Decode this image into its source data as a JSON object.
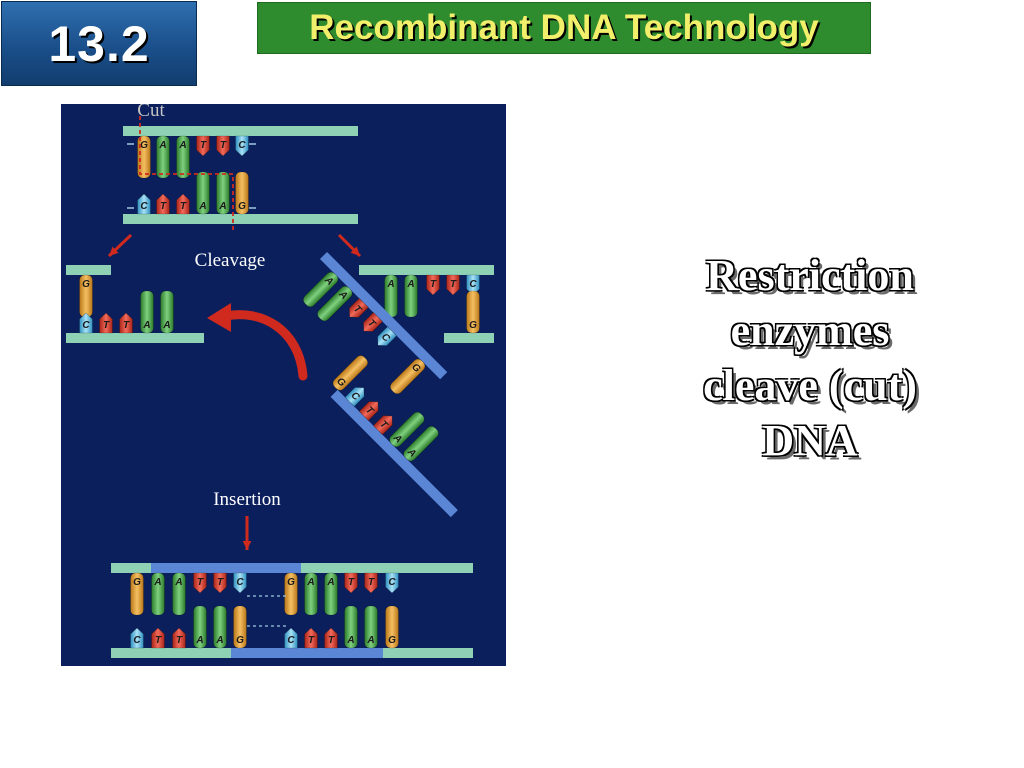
{
  "header": {
    "section_number": "13.2",
    "chapter_title": "Recombinant DNA Technology"
  },
  "figure": {
    "label_cut": "Cut",
    "label_cleavage": "Cleavage",
    "label_insertion": "Insertion",
    "top_strand_bases": [
      "G",
      "A",
      "A",
      "T",
      "T",
      "C"
    ],
    "bottom_strand_bases": [
      "C",
      "T",
      "T",
      "A",
      "A",
      "G"
    ]
  },
  "main_text": {
    "lines": [
      "Restriction",
      "enzymes",
      "cleave (cut)",
      "DNA"
    ]
  },
  "colors": {
    "figure_background": "#0a1f5c",
    "backbone_green": "#8ed1b4",
    "backbone_blue": "#5b86d6",
    "base_G": "#e8a83a",
    "base_A": "#4aa64a",
    "base_T": "#e44a3a",
    "base_C": "#6cc3e8",
    "arrow_red": "#d02a1e",
    "banner_green": "#2e8b2e",
    "banner_text": "#f2ef6b",
    "badge_blue": "#1a4f8a"
  }
}
